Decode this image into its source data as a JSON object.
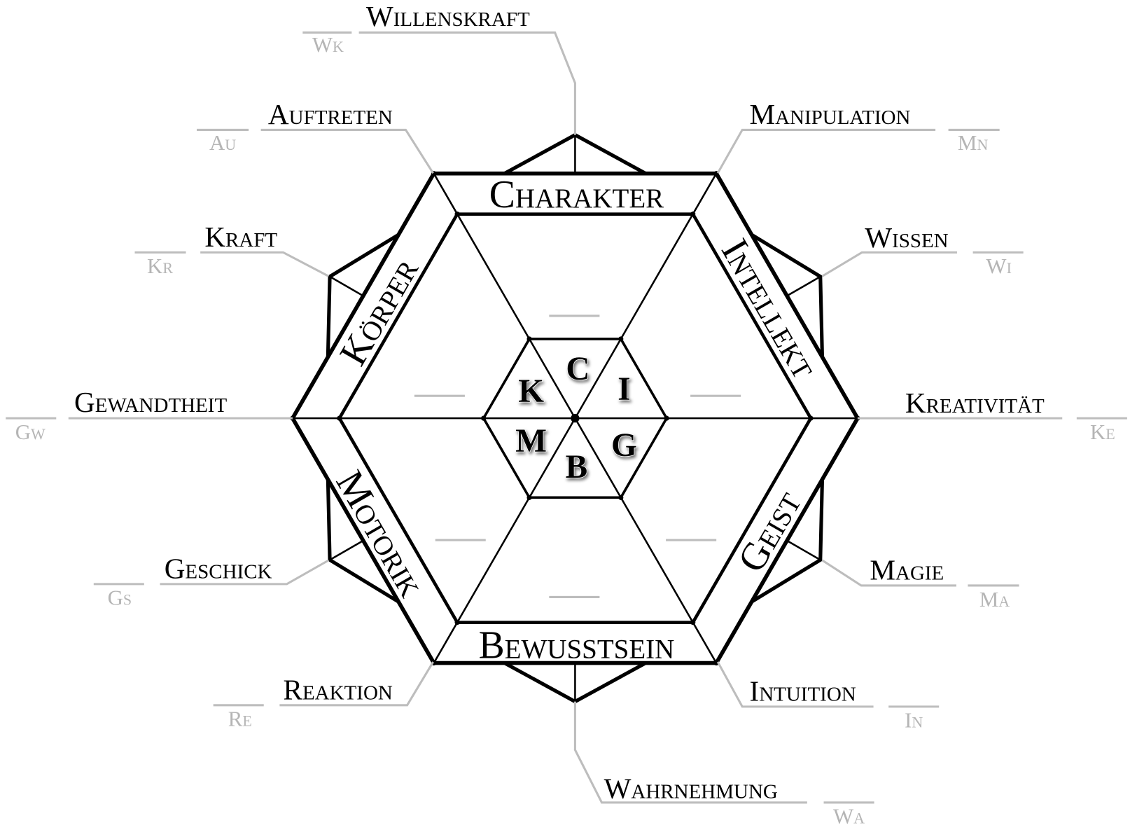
{
  "groups": {
    "charakter": "Charakter",
    "intellekt": "Intellekt",
    "geist": "Geist",
    "bewusstsein": "Bewusstsein",
    "motorik": "Motorik",
    "koerper": "Körper"
  },
  "center_letters": {
    "c": "C",
    "i": "I",
    "g": "G",
    "b": "B",
    "m": "M",
    "k": "K"
  },
  "attributes": {
    "willenskraft": {
      "name": "Willenskraft",
      "abbr": "Wk"
    },
    "manipulation": {
      "name": "Manipulation",
      "abbr": "Mn"
    },
    "wissen": {
      "name": "Wissen",
      "abbr": "Wi"
    },
    "kreativitaet": {
      "name": "Kreativität",
      "abbr": "Ke"
    },
    "magie": {
      "name": "Magie",
      "abbr": "Ma"
    },
    "intuition": {
      "name": "Intuition",
      "abbr": "In"
    },
    "wahrnehmung": {
      "name": "Wahrnehmung",
      "abbr": "Wa"
    },
    "reaktion": {
      "name": "Reaktion",
      "abbr": "Re"
    },
    "geschick": {
      "name": "Geschick",
      "abbr": "Gs"
    },
    "gewandtheit": {
      "name": "Gewandtheit",
      "abbr": "Gw"
    },
    "kraft": {
      "name": "Kraft",
      "abbr": "Kr"
    },
    "auftreten": {
      "name": "Auftreten",
      "abbr": "Au"
    }
  }
}
